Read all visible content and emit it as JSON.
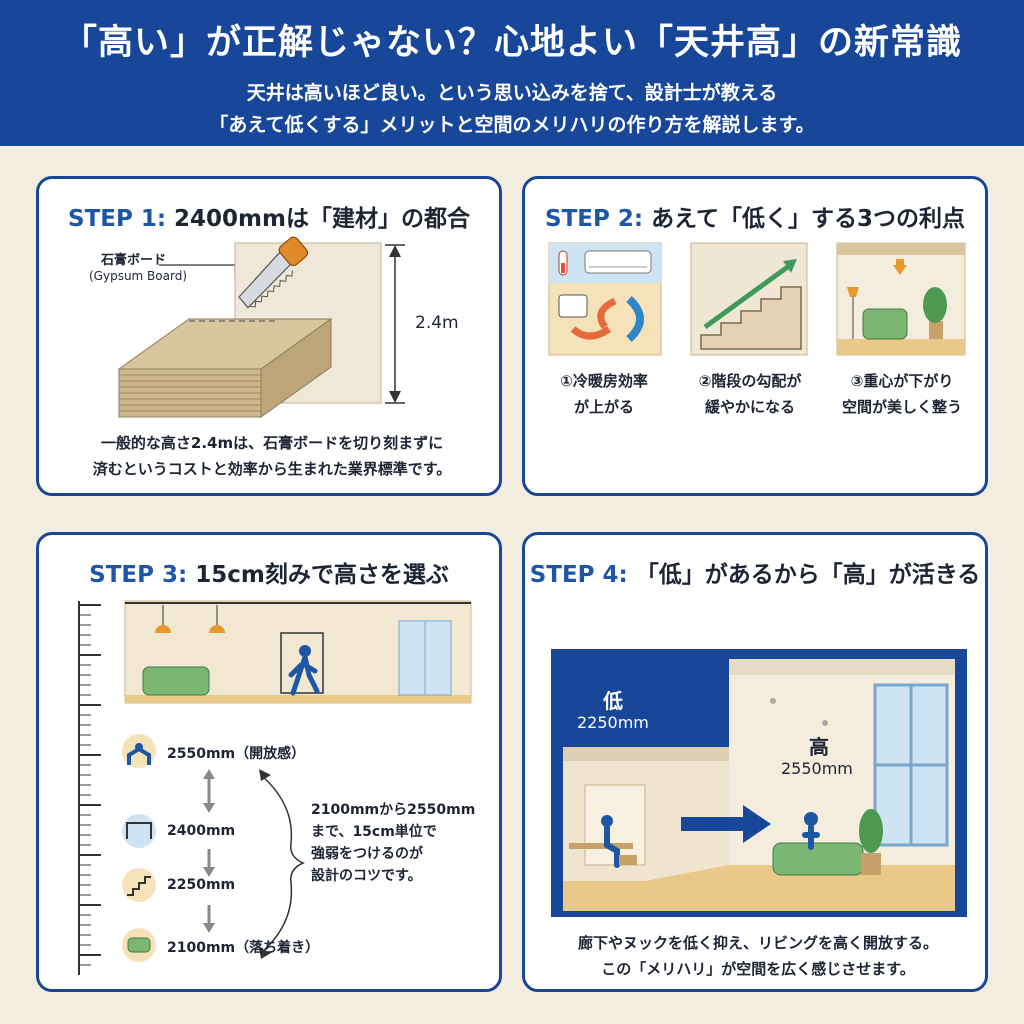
{
  "header": {
    "title": "「高い」が正解じゃない？心地よい「天井高」の新常識",
    "subtitle_line1": "天井は高いほど良い。という思い込みを捨て、設計士が教える",
    "subtitle_line2": "「あえて低くする」メリットと空間のメリハリの作り方を解説します。"
  },
  "step1": {
    "step": "STEP 1:",
    "title": "2400mmは「建材」の都合",
    "board_label": "石膏ボード",
    "board_label_en": "(Gypsum Board)",
    "height_label": "2.4m",
    "caption_line1": "一般的な高さ2.4mは、石膏ボードを切り刻まずに",
    "caption_line2": "済むというコストと効率から生まれた業界標準です。"
  },
  "step2": {
    "step": "STEP 2:",
    "title": "あえて「低く」する3つの利点",
    "benefits": [
      {
        "line1": "①冷暖房効率",
        "line2": "が上がる"
      },
      {
        "line1": "②階段の勾配が",
        "line2": "緩やかになる"
      },
      {
        "line1": "③重心が下がり",
        "line2": "空間が美しく整う"
      }
    ]
  },
  "step3": {
    "step": "STEP 3:",
    "title": "15cm刻みで高さを選ぶ",
    "heights": [
      {
        "label": "2550mm（開放感）"
      },
      {
        "label": "2400mm"
      },
      {
        "label": "2250mm"
      },
      {
        "label": "2100mm（落ち着き）"
      }
    ],
    "note_lines": [
      "2100mmから2550mm",
      "まで、15cm単位で",
      "強弱をつけるのが",
      "設計のコツです。"
    ]
  },
  "step4": {
    "step": "STEP 4:",
    "title": "「低」があるから「高」が活きる",
    "low_char": "低",
    "low_value": "2250mm",
    "high_char": "高",
    "high_value": "2550mm",
    "caption_line1": "廊下やヌックを低く抑え、リビングを高く開放する。",
    "caption_line2": "この「メリハリ」が空間を広く感じさせます。"
  },
  "colors": {
    "brand": "#18479a",
    "accent_green": "#3f9a5a",
    "sofa": "#7bb772",
    "wood": "#e8c98a",
    "beige": "#d9c59e"
  }
}
